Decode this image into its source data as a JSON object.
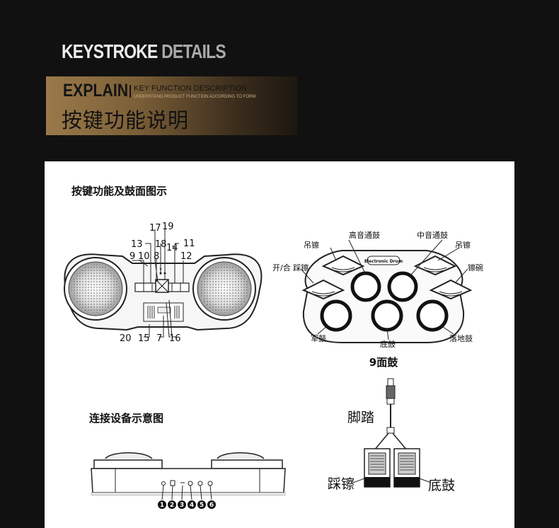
{
  "header": {
    "title_main": "KEYSTROKE",
    "title_sub": "DETAILS",
    "explain": "EXPLAIN",
    "kfd": "KEY FUNCTION DESCRIPTION",
    "kfd_sub": "UNDERSTAND PRODUCT FUNCTION ACCORDING TO FORM",
    "cn_title": "按键功能说明"
  },
  "panel": {
    "section1_title": "按键功能及鼓面图示",
    "section2_title": "连接设备示意图",
    "keys_top": [
      "17",
      "19",
      "13",
      "18",
      "14",
      "11",
      "9",
      "10",
      "8",
      "12"
    ],
    "keys_bottom": [
      "20",
      "15",
      "7",
      "16"
    ],
    "drum_labels": {
      "high_tom": "高音通鼓",
      "mid_tom": "中音通鼓",
      "cymbal_left": "吊镲",
      "cymbal_right": "吊镲",
      "hihat": "开/合 踩镲",
      "ride": "镲碗",
      "snare": "军鼓",
      "bass": "底鼓",
      "floor_tom": "落地鼓",
      "brand": "Electronic Drum"
    },
    "drum_caption": "9面鼓",
    "pedal_title": "脚踏",
    "pedal_left": "踩镲",
    "pedal_right": "底鼓",
    "ports": [
      "1",
      "2",
      "3",
      "4",
      "5",
      "6"
    ]
  }
}
